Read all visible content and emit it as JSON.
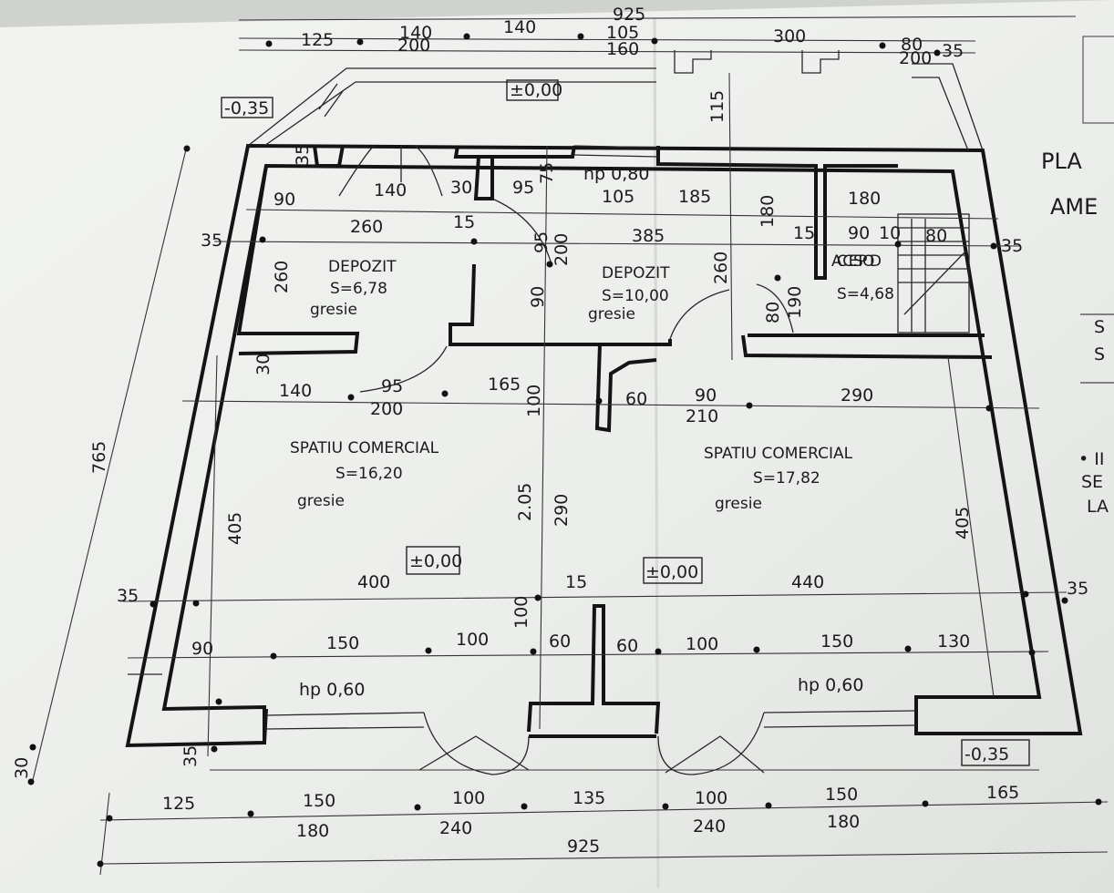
{
  "sheet": {
    "title_fragment_1": "PLA",
    "title_fragment_2": "AME",
    "side_notes": [
      "S",
      "S",
      "• II",
      "SE",
      "LA"
    ]
  },
  "rooms": [
    {
      "id": "depozit-1",
      "name": "DEPOZIT",
      "area": "S=6,78",
      "floor": "gresie"
    },
    {
      "id": "depozit-2",
      "name": "DEPOZIT",
      "area": "S=10,00",
      "floor": "gresie"
    },
    {
      "id": "acces-pod",
      "name": "ACCES POD",
      "area": "S=4,68",
      "floor": ""
    },
    {
      "id": "spatiu-1",
      "name": "SPATIU COMERCIAL",
      "area": "S=16,20",
      "floor": "gresie"
    },
    {
      "id": "spatiu-2",
      "name": "SPATIU COMERCIAL",
      "area": "S=17,82",
      "floor": "gresie"
    }
  ],
  "levels": [
    "-0,35",
    "±0,00",
    "±0,00",
    "±0,00",
    "-0,35"
  ],
  "window_notes": [
    "hp 0,80",
    "hp 0,60",
    "hp 0,60"
  ],
  "dimensions": {
    "top_total": "925",
    "top_row_1": [
      "125",
      "140",
      "140",
      "105",
      "300",
      "80",
      "35"
    ],
    "top_row_2": [
      "200",
      "160",
      "200"
    ],
    "top_115": "115",
    "row_depozit": [
      "90",
      "140",
      "30",
      "95",
      "75",
      "105",
      "185",
      "180"
    ],
    "row_260": [
      "35",
      "260",
      "15",
      "385",
      "15",
      "90",
      "10",
      "80",
      "35"
    ],
    "vert_depozit": [
      "35",
      "260",
      "95",
      "200",
      "90",
      "260",
      "180",
      "80",
      "190"
    ],
    "row_mid": [
      "30",
      "140",
      "95",
      "165",
      "100",
      "60",
      "90",
      "290"
    ],
    "row_mid_2": [
      "200",
      "210"
    ],
    "vert_main": [
      "405",
      "2.05",
      "290",
      "405"
    ],
    "side_total": "765",
    "row_400": [
      "35",
      "400",
      "15",
      "440",
      "35"
    ],
    "row_bottom_inner": [
      "90",
      "150",
      "100",
      "100",
      "60",
      "60",
      "100",
      "150",
      "130"
    ],
    "bottom_left_vert": [
      "30",
      "35"
    ],
    "bottom_row_1": [
      "125",
      "150",
      "100",
      "135",
      "100",
      "150",
      "165"
    ],
    "bottom_row_2": [
      "180",
      "240",
      "240",
      "180"
    ],
    "bottom_total": "925"
  }
}
